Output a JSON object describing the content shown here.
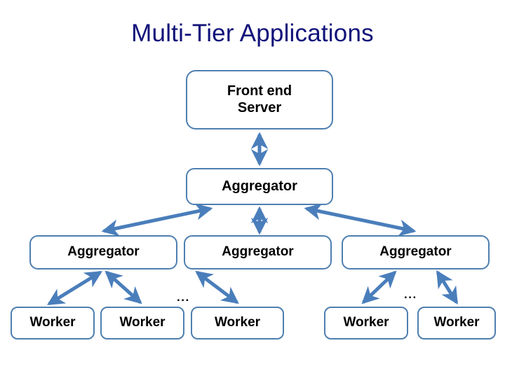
{
  "slide": {
    "title": "Multi-Tier Applications",
    "title_color": "#11127a",
    "background": "#ffffff"
  },
  "style": {
    "node_border_color": "#4e7fb0",
    "node_fill": "#ffffff",
    "node_text_color": "#000000",
    "arrow_color": "#4a7ebb"
  },
  "nodes": {
    "frontend": {
      "label": "Front end\nServer",
      "line1": "Front end",
      "line2": "Server"
    },
    "aggregator_top": {
      "label": "Aggregator"
    },
    "aggregator_left": {
      "label": "Aggregator"
    },
    "aggregator_mid": {
      "label": "Aggregator"
    },
    "aggregator_right": {
      "label": "Aggregator"
    },
    "worker_1": {
      "label": "Worker"
    },
    "worker_2": {
      "label": "Worker"
    },
    "worker_3": {
      "label": "Worker"
    },
    "worker_4": {
      "label": "Worker"
    },
    "worker_5": {
      "label": "Worker"
    }
  },
  "ellipses": {
    "left": "...",
    "right": "..."
  },
  "connections": [
    {
      "name": "frontend-to-aggregator-top",
      "from": "frontend",
      "to": "aggregator_top",
      "type": "double-arrow"
    },
    {
      "name": "aggregator-top-to-aggregator-left",
      "from": "aggregator_top",
      "to": "aggregator_left",
      "type": "double-arrow"
    },
    {
      "name": "aggregator-top-to-aggregator-mid",
      "from": "aggregator_top",
      "to": "aggregator_mid",
      "type": "double-arrow"
    },
    {
      "name": "aggregator-top-to-aggregator-right",
      "from": "aggregator_top",
      "to": "aggregator_right",
      "type": "double-arrow"
    },
    {
      "name": "aggregator-left-to-worker-1",
      "from": "aggregator_left",
      "to": "worker_1",
      "type": "double-arrow"
    },
    {
      "name": "aggregator-left-to-worker-2",
      "from": "aggregator_left",
      "to": "worker_2",
      "type": "double-arrow"
    },
    {
      "name": "aggregator-mid-to-worker-3",
      "from": "aggregator_mid",
      "to": "worker_3",
      "type": "double-arrow"
    },
    {
      "name": "aggregator-right-to-worker-4",
      "from": "aggregator_right",
      "to": "worker_4",
      "type": "double-arrow"
    },
    {
      "name": "aggregator-right-to-worker-5",
      "from": "aggregator_right",
      "to": "worker_5",
      "type": "double-arrow"
    }
  ]
}
